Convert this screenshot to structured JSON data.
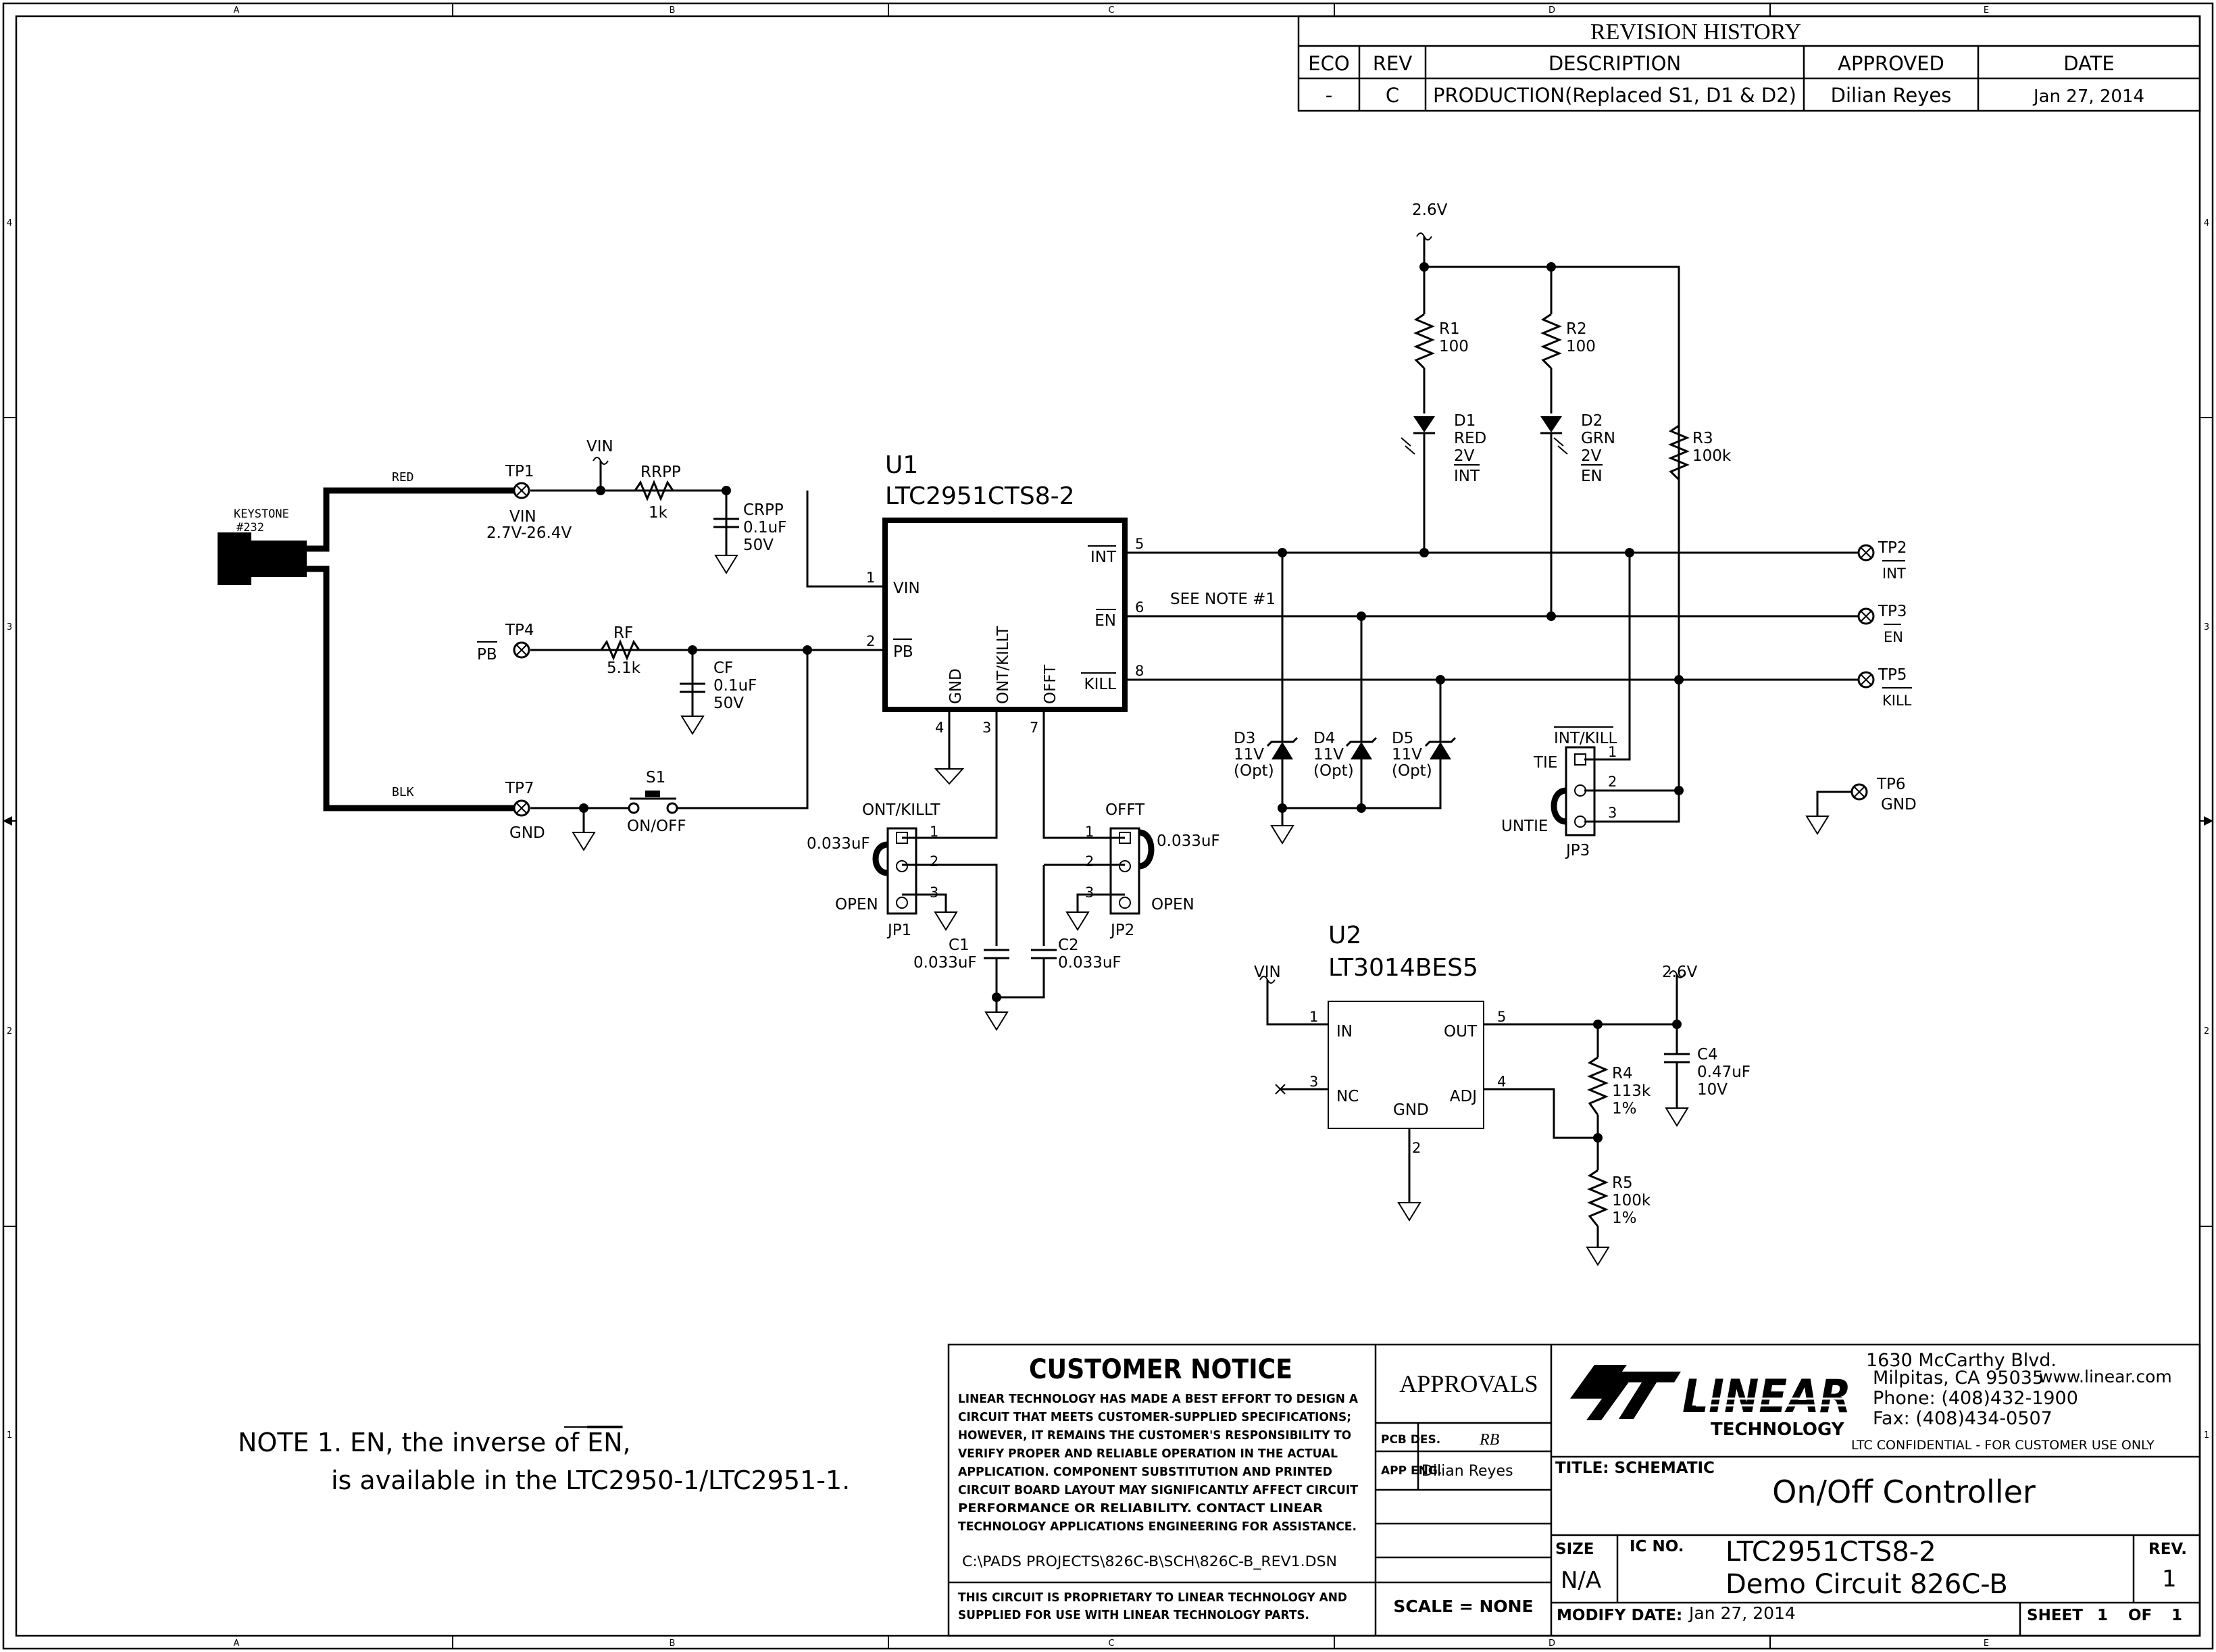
{
  "grid": {
    "columns": [
      "A",
      "B",
      "C",
      "D",
      "E"
    ],
    "rows": [
      "4",
      "3",
      "2",
      "1"
    ]
  },
  "revision": {
    "title": "REVISION HISTORY",
    "headers": [
      "ECO",
      "REV",
      "DESCRIPTION",
      "APPROVED",
      "DATE"
    ],
    "row": [
      "-",
      "C",
      "PRODUCTION(Replaced S1, D1 & D2)",
      "Dilian Reyes",
      "Jan 27, 2014"
    ]
  },
  "jack": {
    "name": "KEYSTONE",
    "part": "#232",
    "wire_top": "RED",
    "wire_bottom": "BLK"
  },
  "testpoints": {
    "tp1": {
      "ref": "TP1",
      "label": "VIN",
      "range": "2.7V-26.4V"
    },
    "tp4": {
      "ref": "TP4",
      "label": "PB"
    },
    "tp7": {
      "ref": "TP7",
      "label": "GND"
    },
    "tp2": {
      "ref": "TP2",
      "label": "INT"
    },
    "tp3": {
      "ref": "TP3",
      "label": "EN"
    },
    "tp5": {
      "ref": "TP5",
      "label": "KILL"
    },
    "tp6": {
      "ref": "TP6",
      "label": "GND"
    }
  },
  "nets": {
    "vin": "VIN",
    "rail": "2.6V"
  },
  "parts": {
    "rrpp": {
      "ref": "RRPP",
      "value": "1k"
    },
    "crpp": {
      "ref": "CRPP",
      "value": "0.1uF",
      "rating": "50V"
    },
    "rf": {
      "ref": "RF",
      "value": "5.1k"
    },
    "cf": {
      "ref": "CF",
      "value": "0.1uF",
      "rating": "50V"
    },
    "s1": {
      "ref": "S1",
      "label": "ON/OFF"
    },
    "r1": {
      "ref": "R1",
      "value": "100"
    },
    "r2": {
      "ref": "R2",
      "value": "100"
    },
    "r3": {
      "ref": "R3",
      "value": "100k"
    },
    "d1": {
      "ref": "D1",
      "color": "RED",
      "voltage": "2V",
      "net": "INT"
    },
    "d2": {
      "ref": "D2",
      "color": "GRN",
      "voltage": "2V",
      "net": "EN"
    },
    "d3": {
      "ref": "D3",
      "value": "11V",
      "opt": "(Opt)"
    },
    "d4": {
      "ref": "D4",
      "value": "11V",
      "opt": "(Opt)"
    },
    "d5": {
      "ref": "D5",
      "value": "11V",
      "opt": "(Opt)"
    },
    "c1": {
      "ref": "C1",
      "value": "0.033uF"
    },
    "c2": {
      "ref": "C2",
      "value": "0.033uF"
    },
    "c4": {
      "ref": "C4",
      "value": "0.47uF",
      "rating": "10V"
    },
    "r4": {
      "ref": "R4",
      "value": "113k",
      "tol": "1%"
    },
    "r5": {
      "ref": "R5",
      "value": "100k",
      "tol": "1%"
    }
  },
  "u1": {
    "ref": "U1",
    "part": "LTC2951CTS8-2",
    "pins": {
      "vin": "VIN",
      "pb": "PB",
      "int": "INT",
      "en": "EN",
      "kill": "KILL",
      "gnd": "GND",
      "ontkillt": "ONT/KILLT",
      "offt": "OFFT"
    },
    "pin_numbers": {
      "vin": "1",
      "pb": "2",
      "gnd": "4",
      "ontkillt": "3",
      "offt": "7",
      "int": "5",
      "en": "6",
      "kill": "8"
    }
  },
  "see_note": "SEE NOTE #1",
  "jp1": {
    "ref": "JP1",
    "top": "ONT/KILLT",
    "cap": "0.033uF",
    "open": "OPEN"
  },
  "jp2": {
    "ref": "JP2",
    "top": "OFFT",
    "cap": "0.033uF",
    "open": "OPEN"
  },
  "jp3": {
    "ref": "JP3",
    "top": "INT/KILL",
    "tie": "TIE",
    "untie": "UNTIE"
  },
  "jumper_pins": {
    "p1": "1",
    "p2": "2",
    "p3": "3"
  },
  "u2": {
    "ref": "U2",
    "part": "LT3014BES5",
    "pins": {
      "in": "IN",
      "out": "OUT",
      "nc": "NC",
      "adj": "ADJ",
      "gnd": "GND"
    },
    "pin_numbers": {
      "in": "1",
      "nc": "3",
      "out": "5",
      "adj": "4",
      "gnd": "2"
    }
  },
  "note": {
    "line1_prefix": "NOTE 1. EN, the inverse of ",
    "line1_over": "EN",
    "line1_suffix": ",",
    "line2": "is available in the LTC2950-1/LTC2951-1."
  },
  "customer_notice": {
    "title": "CUSTOMER NOTICE",
    "lines": [
      "LINEAR TECHNOLOGY HAS MADE A BEST EFFORT TO DESIGN A",
      "CIRCUIT THAT MEETS CUSTOMER-SUPPLIED SPECIFICATIONS;",
      "HOWEVER, IT REMAINS THE CUSTOMER'S RESPONSIBILITY TO",
      "VERIFY PROPER AND RELIABLE OPERATION IN THE ACTUAL",
      "APPLICATION.  COMPONENT SUBSTITUTION AND PRINTED",
      "CIRCUIT BOARD LAYOUT MAY SIGNIFICANTLY AFFECT CIRCUIT",
      "PERFORMANCE OR RELIABILITY.  CONTACT LINEAR",
      "TECHNOLOGY APPLICATIONS ENGINEERING FOR ASSISTANCE."
    ],
    "path": "C:\\PADS PROJECTS\\826C-B\\SCH\\826C-B_REV1.DSN",
    "proprietary_1": "THIS CIRCUIT IS PROPRIETARY TO LINEAR TECHNOLOGY AND",
    "proprietary_2": "SUPPLIED FOR USE WITH LINEAR TECHNOLOGY PARTS."
  },
  "approvals": {
    "title": "APPROVALS",
    "pcb_label": "PCB DES.",
    "pcb_value": "RB",
    "app_label": "APP ENG.",
    "app_value": "Dilian Reyes",
    "scale": "SCALE = NONE"
  },
  "company": {
    "logo_word": "LINEAR",
    "logo_sub": "TECHNOLOGY",
    "address1": "1630 McCarthy Blvd.",
    "address2": "Milpitas, CA 95035",
    "web": "www.linear.com",
    "phone": "Phone: (408)432-1900",
    "fax": "Fax: (408)434-0507",
    "confidential": "LTC CONFIDENTIAL - FOR CUSTOMER USE ONLY"
  },
  "title_block": {
    "title_label": "TITLE:  SCHEMATIC",
    "title": "On/Off Controller",
    "size_label": "SIZE",
    "size": "N/A",
    "icno_label": "IC NO.",
    "ic": "LTC2951CTS8-2",
    "demo": "Demo Circuit 826C-B",
    "rev_label": "REV.",
    "rev": "1",
    "modify_label": "MODIFY DATE:",
    "modify_date": "Jan 27, 2014",
    "sheet_label": "SHEET",
    "sheet": "1",
    "of_label": "OF",
    "of": "1"
  }
}
